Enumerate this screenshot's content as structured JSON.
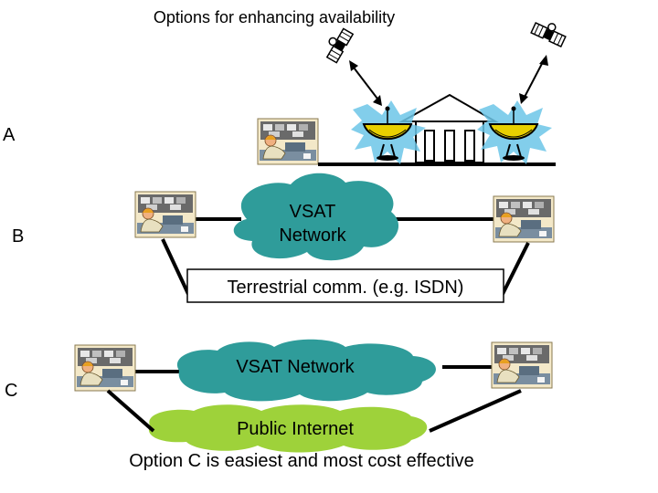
{
  "title": "Options for enhancing availability",
  "option_labels": {
    "a": "A",
    "b": "B",
    "c": "C"
  },
  "clouds": {
    "vsat_b_line1": "VSAT",
    "vsat_b_line2": "Network",
    "vsat_c": "VSAT Network",
    "public_internet": "Public Internet"
  },
  "terrestrial_box": "Terrestrial comm. (e.g. ISDN)",
  "footer": "Option C is easiest and most cost effective",
  "colors": {
    "vsat_cloud": "#2f9c9a",
    "internet_cloud": "#9ed23a",
    "dish": "#e8d000",
    "dish_glow": "#6cc6e8",
    "building": "#ffffff",
    "line": "#000000"
  },
  "icons": [
    "satellite-icon",
    "operator-workstation-icon",
    "satellite-dish-icon",
    "building-icon"
  ]
}
